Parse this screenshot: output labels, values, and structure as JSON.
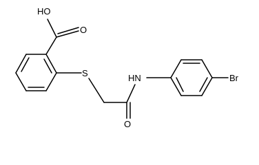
{
  "molecule": {
    "labels": {
      "carboxyl_oh": "HO",
      "carboxyl_o": "O",
      "thioether_s": "S",
      "amide_nh": "HN",
      "amide_o": "O",
      "bromine": "Br"
    }
  }
}
